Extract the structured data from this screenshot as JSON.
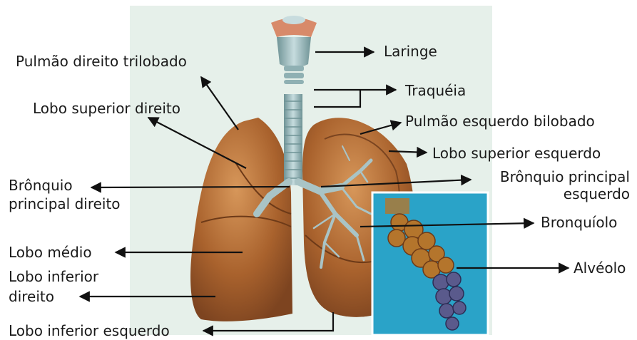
{
  "labels": {
    "pulmao_direito": "Pulmão direito trilobado",
    "lobo_superior_direito": "Lobo superior direito",
    "bronquio_direito_1": "Brônquio",
    "bronquio_direito_2": "principal direito",
    "lobo_medio": "Lobo médio",
    "lobo_inferior_direito_1": "Lobo inferior",
    "lobo_inferior_direito_2": "direito",
    "lobo_inferior_esquerdo": "Lobo inferior esquerdo",
    "laringe": "Laringe",
    "traqueia": "Traquéia",
    "pulmao_esquerdo": "Pulmão esquerdo bilobado",
    "lobo_superior_esquerdo": "Lobo superior esquerdo",
    "bronquio_esquerdo_1": "Brônquio principal",
    "bronquio_esquerdo_2": "esquerdo",
    "bronquiolo": "Bronquíolo",
    "alveolo": "Alvéolo"
  },
  "colors": {
    "panel": "#e6f0ea",
    "lung": "#a9622d",
    "lung_light": "#cc8a4a",
    "trachea": "#9bbcc0",
    "inset": "#2aa3c8",
    "alveoli": "#b4752c",
    "alveoli_purple": "#5a5a8c",
    "arrow": "#111111"
  }
}
